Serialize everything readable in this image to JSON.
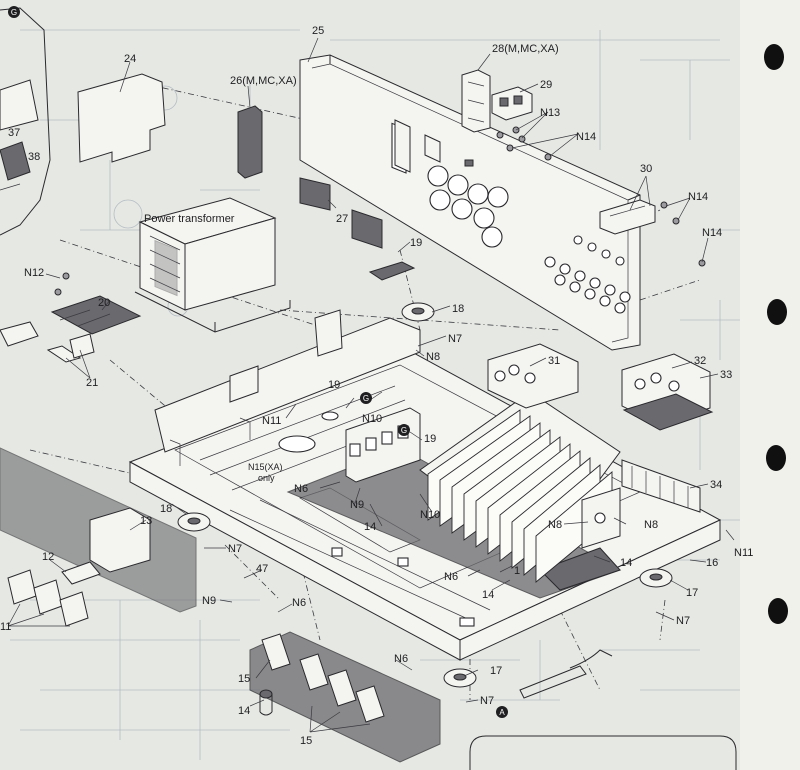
{
  "diagram": {
    "callouts": {
      "p24": "24",
      "p25": "25",
      "p26": "26(M,MC,XA)",
      "p27": "27",
      "p28": "28(M,MC,XA)",
      "p29": "29",
      "p30": "30",
      "p31": "31",
      "p32": "32",
      "p33": "33",
      "p34": "34",
      "p37": "37",
      "p38": "38",
      "p20": "20",
      "p21": "21",
      "p18a": "18",
      "p18b": "18",
      "p19a": "19",
      "p19b": "19",
      "p19c": "19",
      "p13": "13",
      "p12": "12",
      "p11": "11",
      "p47": "47",
      "p14a": "14",
      "p14b": "14",
      "p14c": "14",
      "p14d": "14",
      "p16": "16",
      "p17a": "17",
      "p17b": "17",
      "p15a": "15",
      "p15b": "15",
      "p1": "1",
      "n13": "N13",
      "n14a": "N14",
      "n14b": "N14",
      "n14c": "N14",
      "n12": "N12",
      "n11a": "N11",
      "n11b": "N11",
      "n7a": "N7",
      "n7b": "N7",
      "n7c": "N7",
      "n7d": "N7",
      "n8a": "N8",
      "n8b": "N8",
      "n8c": "N8",
      "n6a": "N6",
      "n6b": "N6",
      "n6c": "N6",
      "n6d": "N6",
      "n9a": "N9",
      "n9b": "N9",
      "n10a": "N10",
      "n10b": "N10",
      "n15": "N15(XA)",
      "n15b": "only"
    },
    "power_transformer_label": "Power transformer",
    "marker_g1": "G",
    "marker_g2": "G",
    "marker_g3": "G",
    "marker_a": "A"
  }
}
